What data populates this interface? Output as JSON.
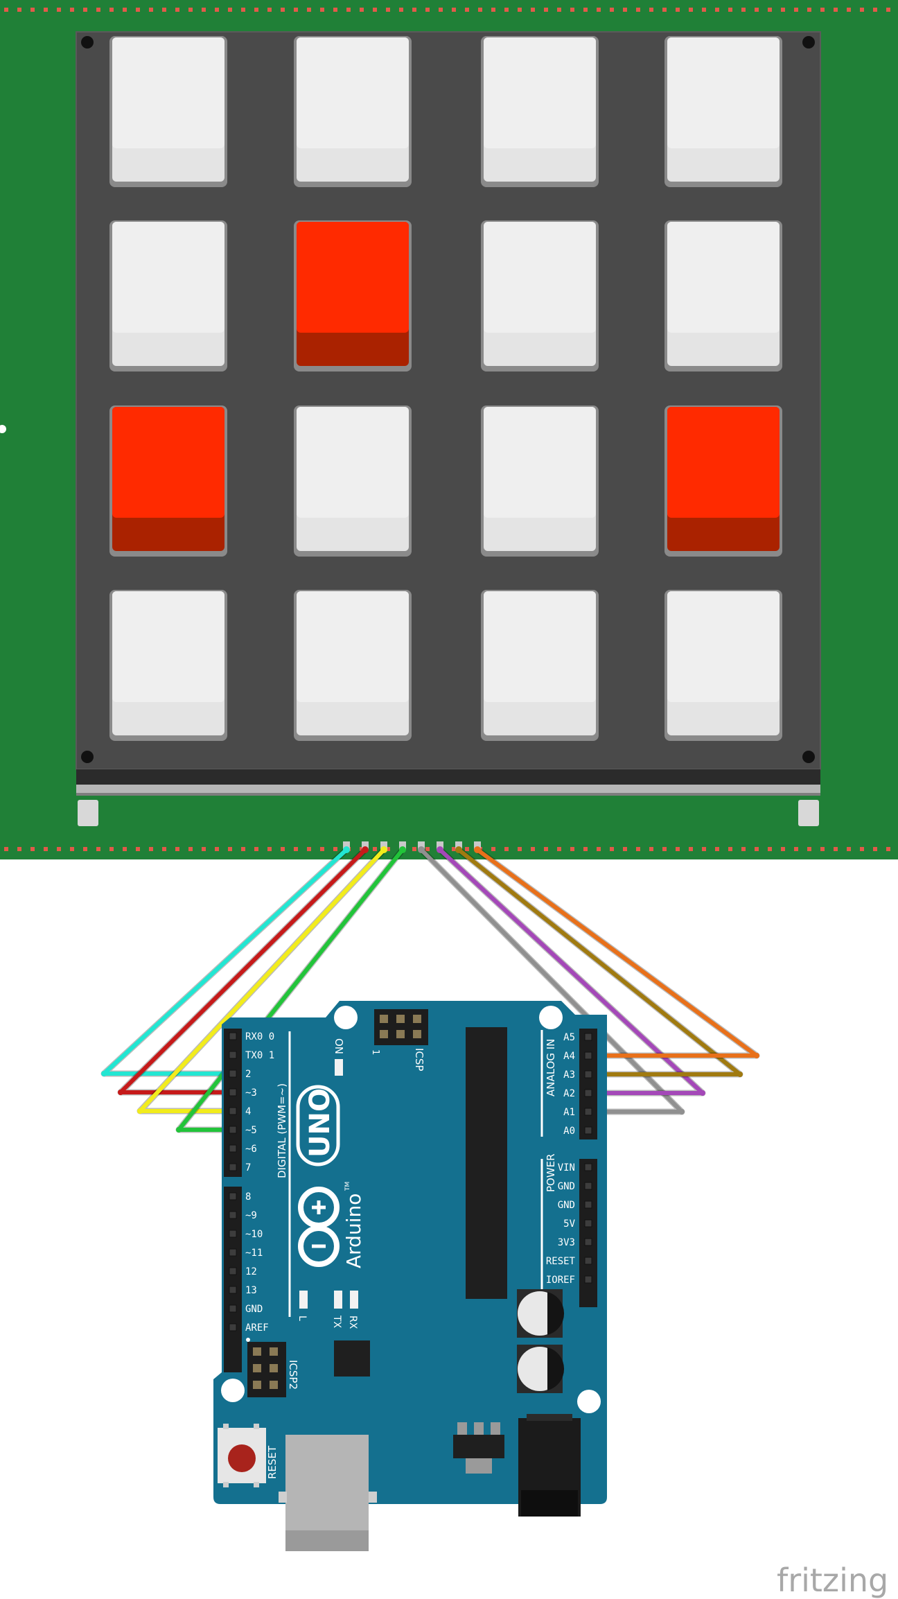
{
  "keypad": {
    "rows": 4,
    "cols": 4,
    "pressed": [
      [
        0,
        0,
        0,
        0
      ],
      [
        0,
        1,
        0,
        0
      ],
      [
        1,
        0,
        0,
        1
      ],
      [
        0,
        0,
        0,
        0
      ]
    ],
    "key_color": "#efefef",
    "pressed_color": "#ff2a00",
    "pcb_color": "#208037",
    "frame_color": "#4a4a4a"
  },
  "wires": [
    {
      "color": "#22e6d2",
      "to": "D2"
    },
    {
      "color": "#c61a1a",
      "to": "D3"
    },
    {
      "color": "#f2ec1c",
      "to": "D4"
    },
    {
      "color": "#22c43a",
      "to": "D5"
    },
    {
      "color": "#909090",
      "to": "A1"
    },
    {
      "color": "#a448b8",
      "to": "A2"
    },
    {
      "color": "#a07a10",
      "to": "A3"
    },
    {
      "color": "#e8701a",
      "to": "A4"
    }
  ],
  "arduino": {
    "board_color": "#14708f",
    "logo_text": "UNO",
    "brand": "Arduino",
    "tm": "TM",
    "on_label": "ON",
    "icsp_label": "ICSP",
    "icsp_pin1": "1",
    "icsp2_label": "ICSP2",
    "reset_label": "RESET",
    "digital_label": "DIGITAL (PWM=~)",
    "analog_label": "ANALOG IN",
    "power_label": "POWER",
    "led_l": "L",
    "led_tx": "TX",
    "led_rx": "RX",
    "digital_top": [
      "RX0 0",
      "TX0 1",
      "2",
      "~3",
      "4",
      "~5",
      "~6",
      "7"
    ],
    "digital_bottom": [
      "8",
      "~9",
      "~10",
      "~11",
      "12",
      "13",
      "GND",
      "AREF"
    ],
    "analog": [
      "A5",
      "A4",
      "A3",
      "A2",
      "A1",
      "A0"
    ],
    "power": [
      "VIN",
      "GND",
      "GND",
      "5V",
      "3V3",
      "RESET",
      "IOREF"
    ]
  },
  "watermark": "fritzing"
}
